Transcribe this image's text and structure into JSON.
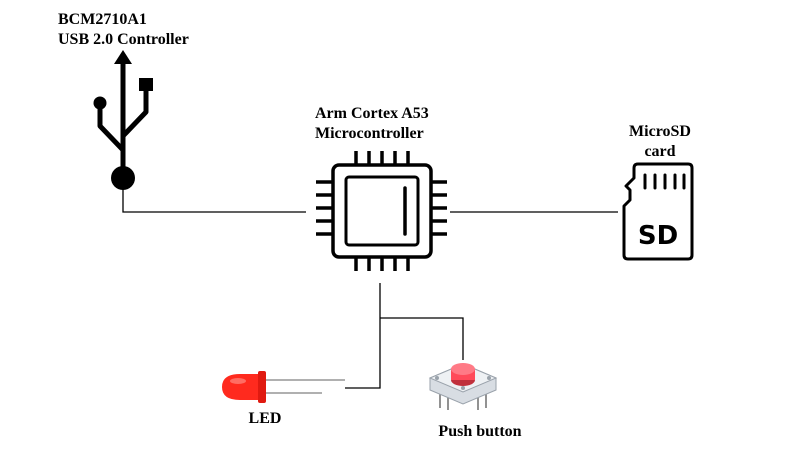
{
  "diagram": {
    "usb": {
      "line1": "BCM2710A1",
      "line2": "USB 2.0 Controller",
      "icon": "usb-icon"
    },
    "cpu": {
      "line1": "Arm Cortex A53",
      "line2": "Microcontroller",
      "icon": "chip-icon"
    },
    "sd": {
      "line1": "MicroSD",
      "line2": "card",
      "card_text": "SD",
      "icon": "microsd-card-icon"
    },
    "led": {
      "label": "LED",
      "color": "#ff2a1e",
      "icon": "led-icon"
    },
    "button": {
      "label": "Push button",
      "cap_color": "#ff4a5a",
      "icon": "push-button-icon"
    }
  }
}
